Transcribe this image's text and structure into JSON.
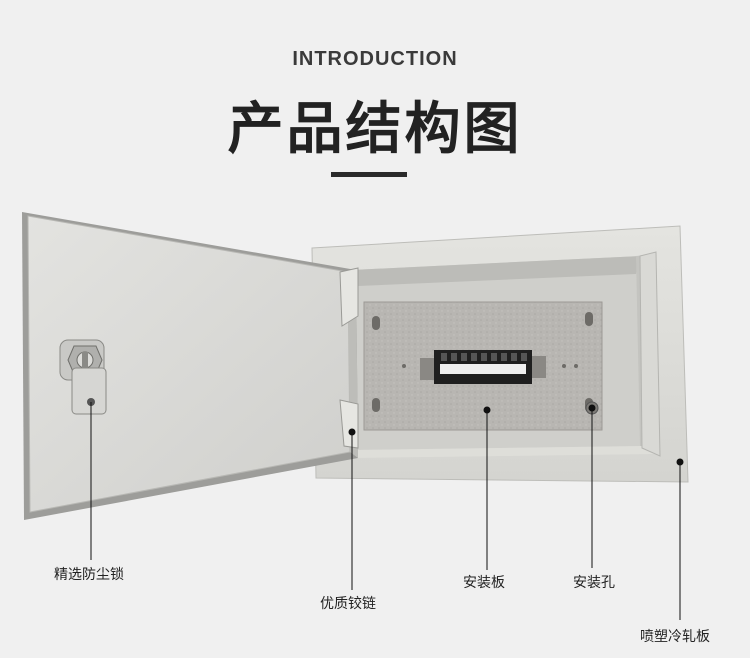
{
  "header": {
    "intro": "INTRODUCTION",
    "title": "产品结构图"
  },
  "callouts": {
    "dust_lock": "精选防尘锁",
    "hinge": "优质铰链",
    "mounting_plate": "安装板",
    "mounting_hole": "安装孔",
    "cold_rolled_sheet": "喷塑冷轧板"
  }
}
